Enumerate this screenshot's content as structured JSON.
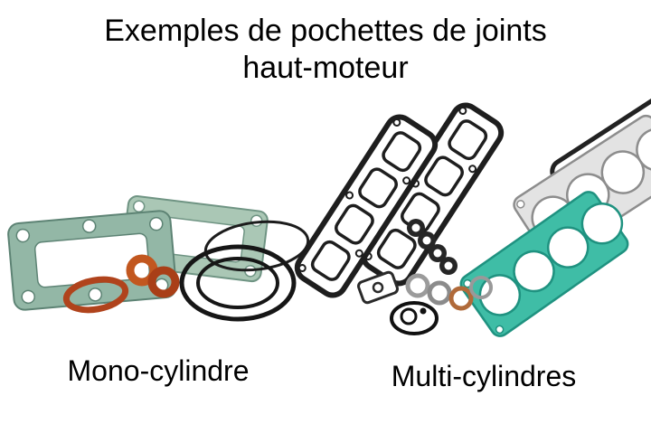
{
  "title": {
    "line1": "Exemples de pochettes de joints",
    "line2": "haut-moteur"
  },
  "captions": {
    "mono": "Mono-cylindre",
    "multi": "Multi-cylindres"
  },
  "colors": {
    "background": "#ffffff",
    "text": "#000000",
    "mono_gasket_teal": "#93b7a6",
    "mono_gasket_light_green": "#aac7b5",
    "head_gasket_teal": "#3fbda6",
    "head_gasket_gray": "#e3e3e3",
    "orange_ring": "#c2571f",
    "dark_parts": "#1e1e1e"
  }
}
